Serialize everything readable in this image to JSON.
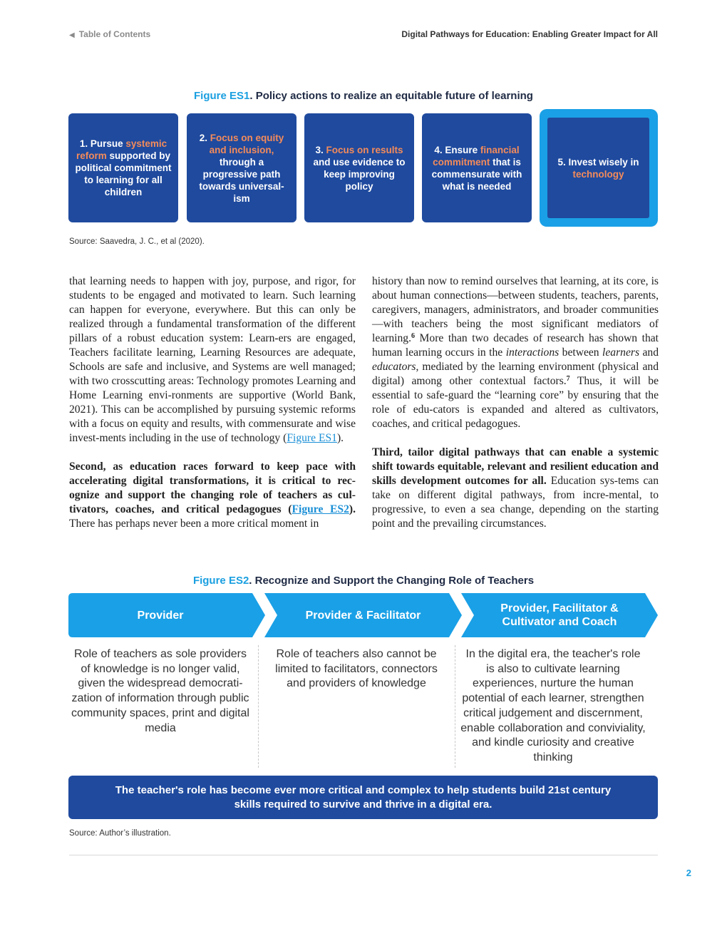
{
  "header": {
    "toc_icon": "left-triangle-icon",
    "toc_label": "Table of Contents",
    "doc_title": "Digital Pathways for Education: Enabling Greater Impact for All"
  },
  "figure_es1": {
    "label": "Figure ES1",
    "title": ". Policy actions to realize an equitable future of learning",
    "boxes": [
      {
        "parts": [
          {
            "t": "1. Pursue "
          },
          {
            "t": "systemic reform",
            "hl": true
          },
          {
            "t": " supported by political commitment to learning for all children"
          }
        ]
      },
      {
        "parts": [
          {
            "t": "2. "
          },
          {
            "t": "Focus on equity and inclusion,",
            "hl": true
          },
          {
            "t": " through a progressive path towards universal-ism"
          }
        ]
      },
      {
        "parts": [
          {
            "t": "3. "
          },
          {
            "t": "Focus on results",
            "hl": true
          },
          {
            "t": " and use evidence to keep improving policy"
          }
        ]
      },
      {
        "parts": [
          {
            "t": "4. Ensure "
          },
          {
            "t": "financial commitment",
            "hl": true
          },
          {
            "t": " that is commensurate with what is needed"
          }
        ]
      },
      {
        "parts": [
          {
            "t": "5. Invest wisely in "
          },
          {
            "t": "technology",
            "hl": true
          }
        ]
      }
    ],
    "source": "Source: Saavedra, J. C., et al (2020)."
  },
  "body": {
    "left": {
      "p1_text": "that learning needs to happen with joy, purpose, and rigor, for students to be engaged and motivated to learn. Such learning can happen for everyone, everywhere. But this can only be realized through a fundamental transformation of the different pillars of a robust education system: Learn-ers are engaged, Teachers facilitate learning, Learning Resources are adequate, Schools are safe and inclusive, and Systems are well managed; with two crosscutting areas: Technology promotes Learning and Home Learning envi-ronments are supportive (World Bank, 2021). This can be accomplished by pursuing systemic reforms with a focus on equity and results, with commensurate and wise invest-ments including in the use of technology (",
      "p1_link": "Figure ES1",
      "p1_end": ").",
      "p2_bold": "Second, as education races forward to keep pace with accelerating digital transformations, it is critical to rec-ognize and support the changing role of teachers as cul-tivators, coaches, and critical pedagogues (",
      "p2_link": "Figure ES2",
      "p2_bold_end": ").",
      "p2_text": " There has perhaps never been a more critical moment in"
    },
    "right": {
      "p1_a": "history than now to remind ourselves that learning, at its core, is about human connections—between students, teachers, parents, caregivers, managers, administrators, and broader communities—with teachers being the most significant mediators of learning.",
      "fn6": "6",
      "p1_b": " More than two decades of research has shown that human learning occurs in the ",
      "p1_i1": "interactions",
      "p1_c": " between ",
      "p1_i2": "learners",
      "p1_d": " and ",
      "p1_i3": "educators",
      "p1_e": ", mediated by the learning environment (physical and digital) among other contextual factors.",
      "fn7": "7",
      "p1_f": " Thus, it will be essential to safe-guard the “learning core” by ensuring that the role of edu-cators is expanded and altered as cultivators, coaches, and critical pedagogues.",
      "p2_bold": "Third, tailor digital pathways that can enable a systemic shift towards equitable, relevant and resilient education and skills development outcomes for all.",
      "p2_text": " Education sys-tems can take on different digital pathways, from incre-mental, to progressive, to even a sea change, depending on the starting point and the prevailing circumstances."
    }
  },
  "figure_es2": {
    "label": "Figure ES2",
    "title": ". Recognize and Support the Changing Role of Teachers",
    "stages": [
      {
        "label": "Provider",
        "desc": "Role of teachers as sole providers of knowledge is no longer valid, given the widespread democrati-zation of information through public community spaces, print and digital media"
      },
      {
        "label": "Provider & Facilitator",
        "desc": "Role of teachers also cannot be limited to facilitators, connectors and providers of knowledge"
      },
      {
        "label": "Provider, Facilitator & Cultivator and Coach",
        "desc": "In the digital era, the teacher's role is also to cultivate learning experiences, nurture the human potential of each learner, strengthen critical judgement and discernment, enable collaboration and conviviality, and kindle curiosity and creative thinking"
      }
    ],
    "banner": "The teacher's role has become ever more critical and complex to help students build 21st century skills required to survive and thrive in a digital era.",
    "source": "Source: Author’s illustration."
  },
  "colors": {
    "accent_blue": "#1a9fe0",
    "navy": "#1f4a9e",
    "orange": "#f48b5a",
    "chevron_blue": "#1aa0e6"
  },
  "page_number": "2"
}
